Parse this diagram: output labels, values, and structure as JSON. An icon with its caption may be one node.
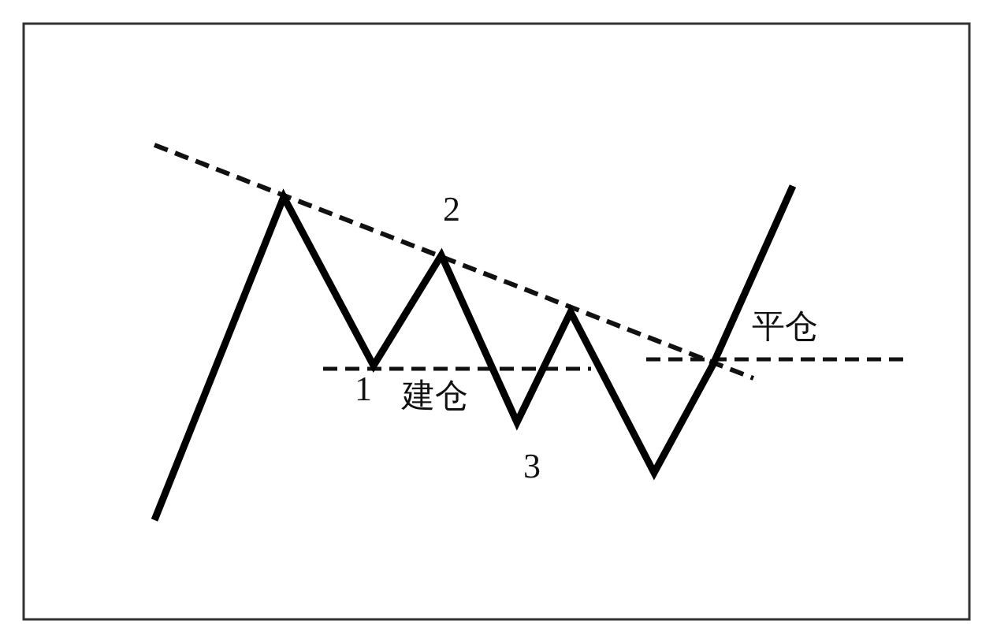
{
  "diagram": {
    "labels": [
      "2",
      "平仓",
      "1",
      "建仓",
      "3"
    ]
  }
}
